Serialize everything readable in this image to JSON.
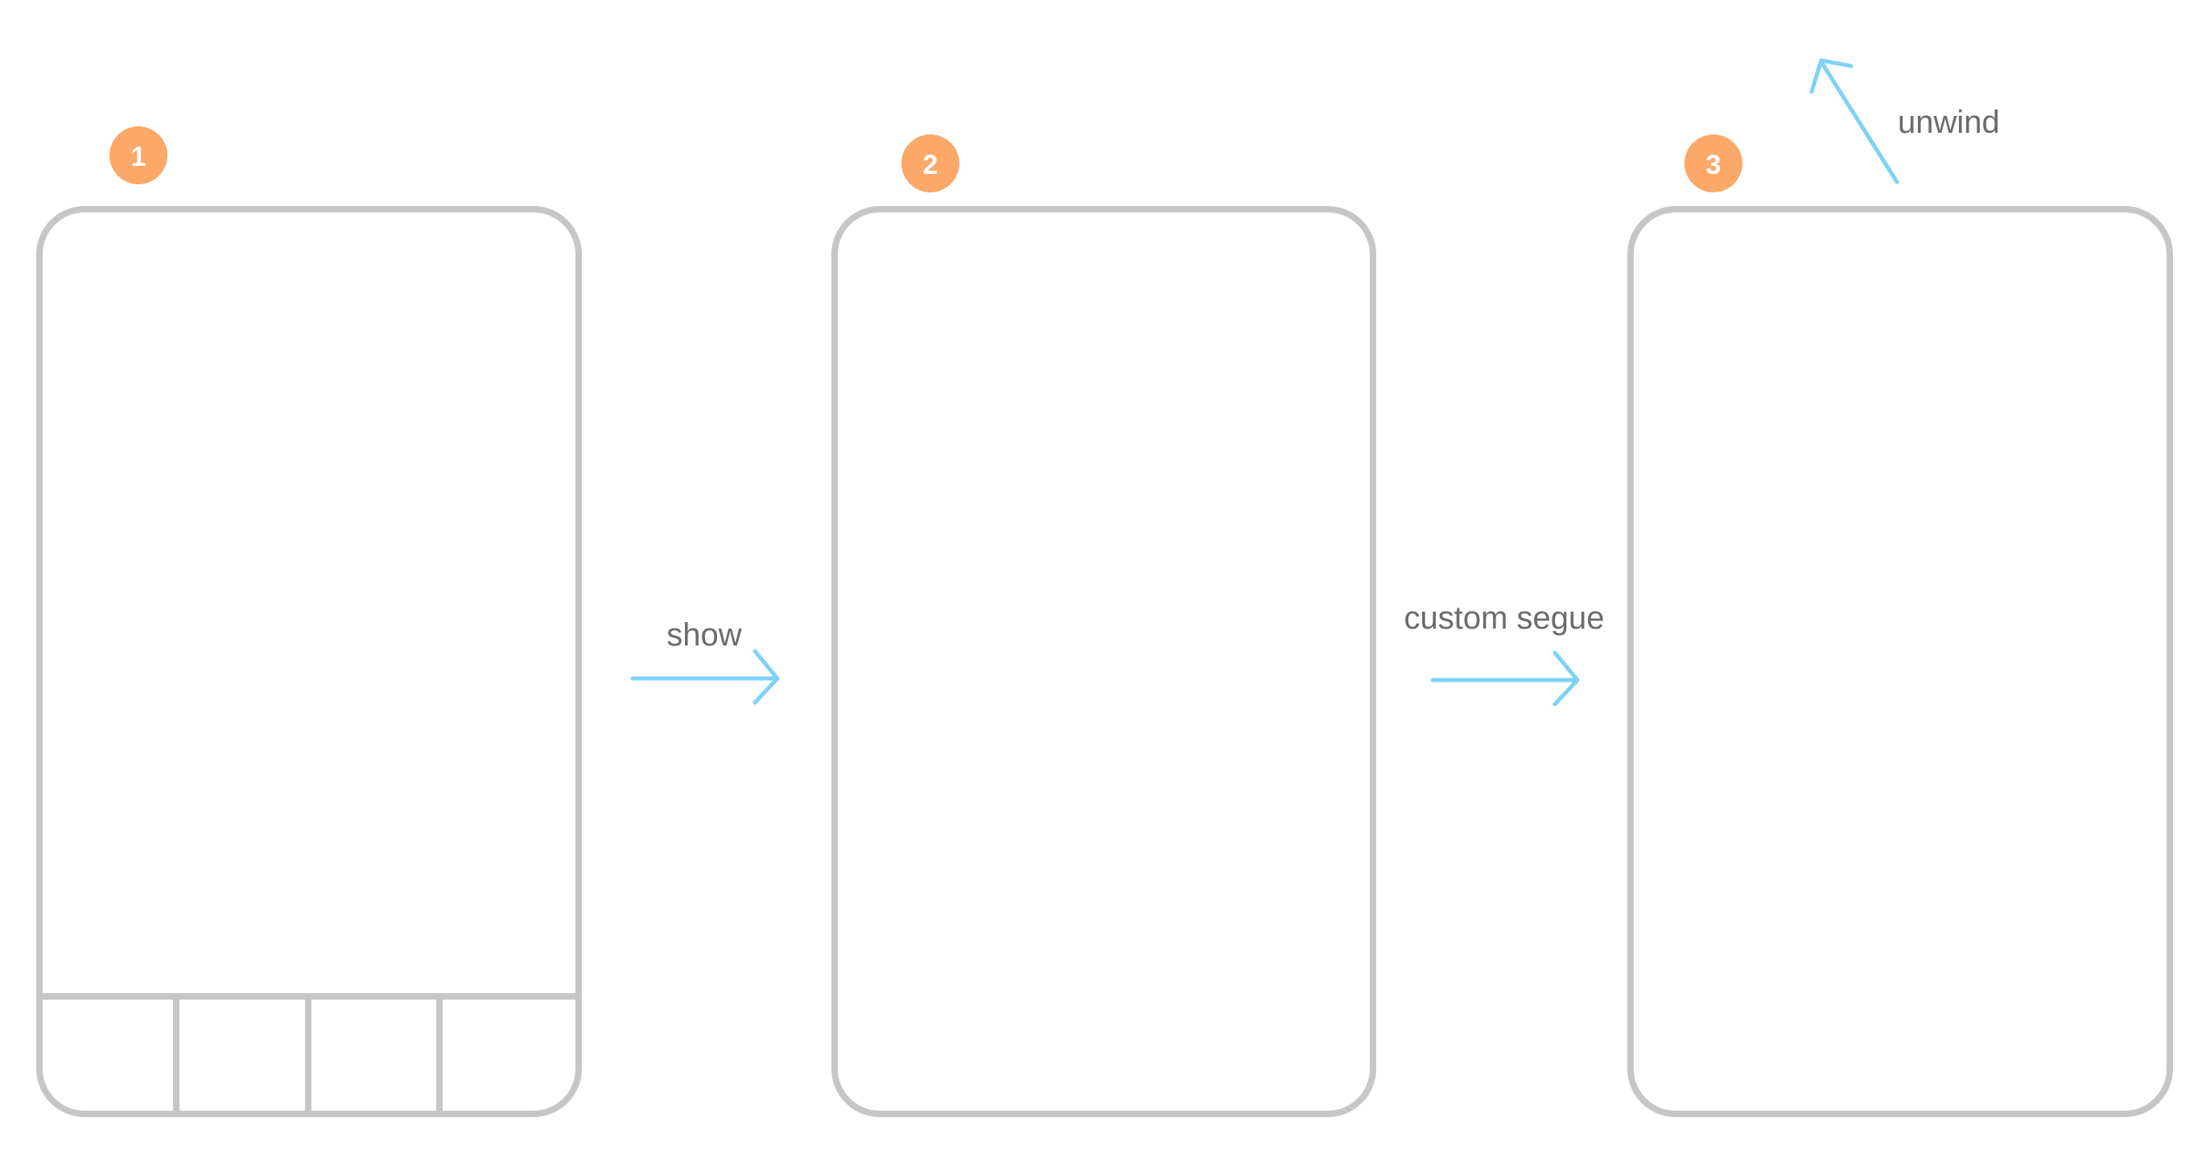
{
  "screens": [
    {
      "badge": "1",
      "has_tab_bar": true,
      "tab_count": 4
    },
    {
      "badge": "2",
      "has_tab_bar": false
    },
    {
      "badge": "3",
      "has_tab_bar": false
    }
  ],
  "transitions": {
    "show": "show",
    "custom_segue": "custom segue",
    "unwind": "unwind"
  },
  "colors": {
    "frame": "#c6c6c6",
    "arrow": "#7dd3f5",
    "badge": "#fba868",
    "label": "#6b6b6b",
    "badge_text": "#ffffff"
  }
}
